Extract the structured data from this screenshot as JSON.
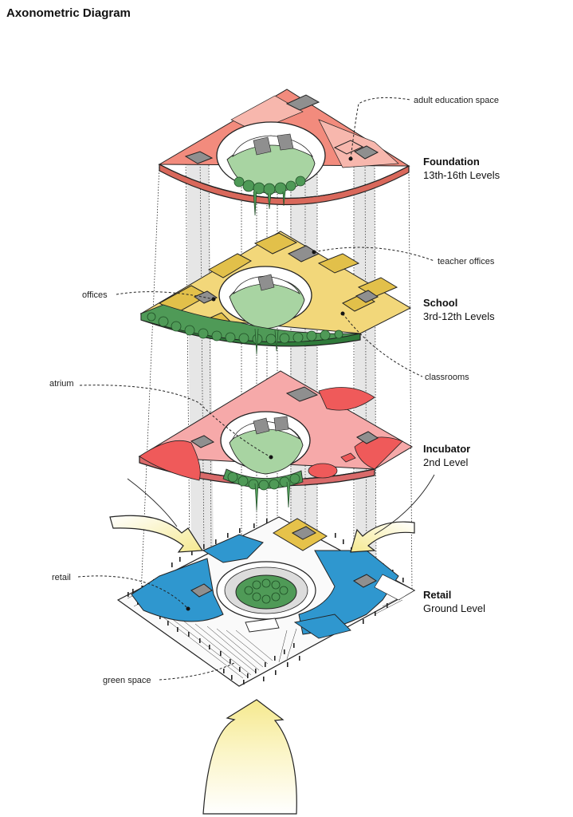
{
  "header": {
    "title": "Axonometric Diagram"
  },
  "levels": [
    {
      "key": "foundation",
      "name": "Foundation",
      "sub": "13th-16th Levels"
    },
    {
      "key": "school",
      "name": "School",
      "sub": "3rd-12th Levels"
    },
    {
      "key": "incubator",
      "name": "Incubator",
      "sub": "2nd Level"
    },
    {
      "key": "retail",
      "name": "Retail",
      "sub": "Ground Level"
    }
  ],
  "annotations": {
    "adult_education": "adult education space",
    "teacher_offices": "teacher offices",
    "offices": "offices",
    "classrooms": "classrooms",
    "atrium": "atrium",
    "retail": "retail",
    "green_space": "green space"
  },
  "colors": {
    "foundation_main": "#f28b7d",
    "foundation_light": "#f7b7ad",
    "school_main": "#f2d77a",
    "school_dark": "#e2c04a",
    "incubator_main": "#f6a9a9",
    "incubator_accent": "#ef5a5a",
    "retail_blue": "#2f97cf",
    "retail_yellow": "#e6c24a",
    "green": "#4f9a57",
    "green_light": "#a8d4a2",
    "arrow_fill": "#fbf5c6",
    "shaft_gray": "#8f8f8f"
  },
  "icons": [
    "atrium-core",
    "tree-cluster",
    "flow-arrow",
    "elevator-shaft",
    "crowd-figures"
  ]
}
